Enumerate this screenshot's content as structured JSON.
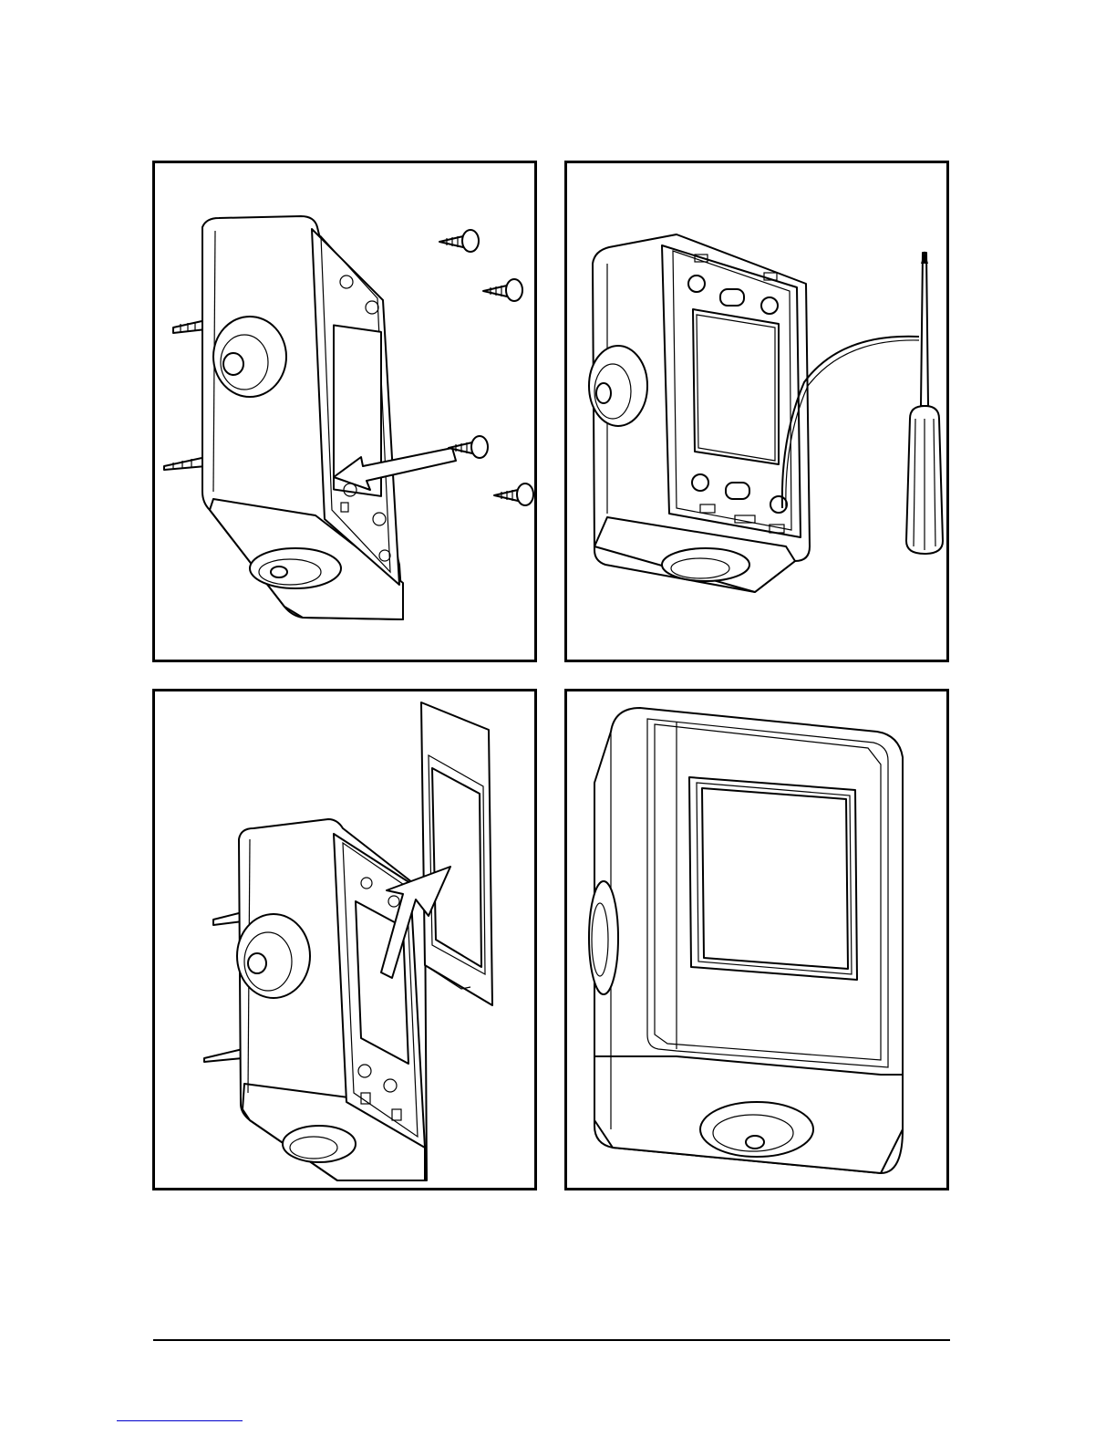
{
  "figure": {
    "steps": [
      {
        "id": 1,
        "action": "remove-screws"
      },
      {
        "id": 2,
        "action": "connect-wire-with-screwdriver"
      },
      {
        "id": 3,
        "action": "attach-front-frame"
      },
      {
        "id": 4,
        "action": "assembled-unit"
      }
    ]
  },
  "colors": {
    "line": "#000000",
    "background": "#ffffff",
    "link": "#0000cc"
  },
  "icons": [
    "screw-icon",
    "screwdriver-icon",
    "arrow-icon",
    "wall-plug-icon",
    "knob-icon"
  ]
}
